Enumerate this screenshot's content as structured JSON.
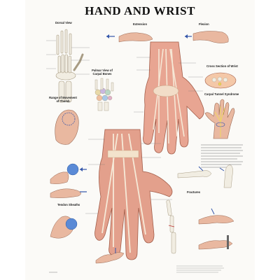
{
  "poster": {
    "title": "HAND AND WRIST",
    "panels": {
      "dorsal_view": "Dorsal View",
      "extension": "Extension",
      "flexion": "Flexion",
      "palmar_view_carpal_bones": "Palmar View of Carpal Bones",
      "cross_section_wrist": "Cross Section of Wrist",
      "carpal_tunnel": "Carpal Tunnel Syndrome",
      "range_of_movement_thumb": "Range of Movement of Thumb",
      "tendon_sheaths": "Tendon Sheaths",
      "fractures": "Fractures"
    }
  }
}
